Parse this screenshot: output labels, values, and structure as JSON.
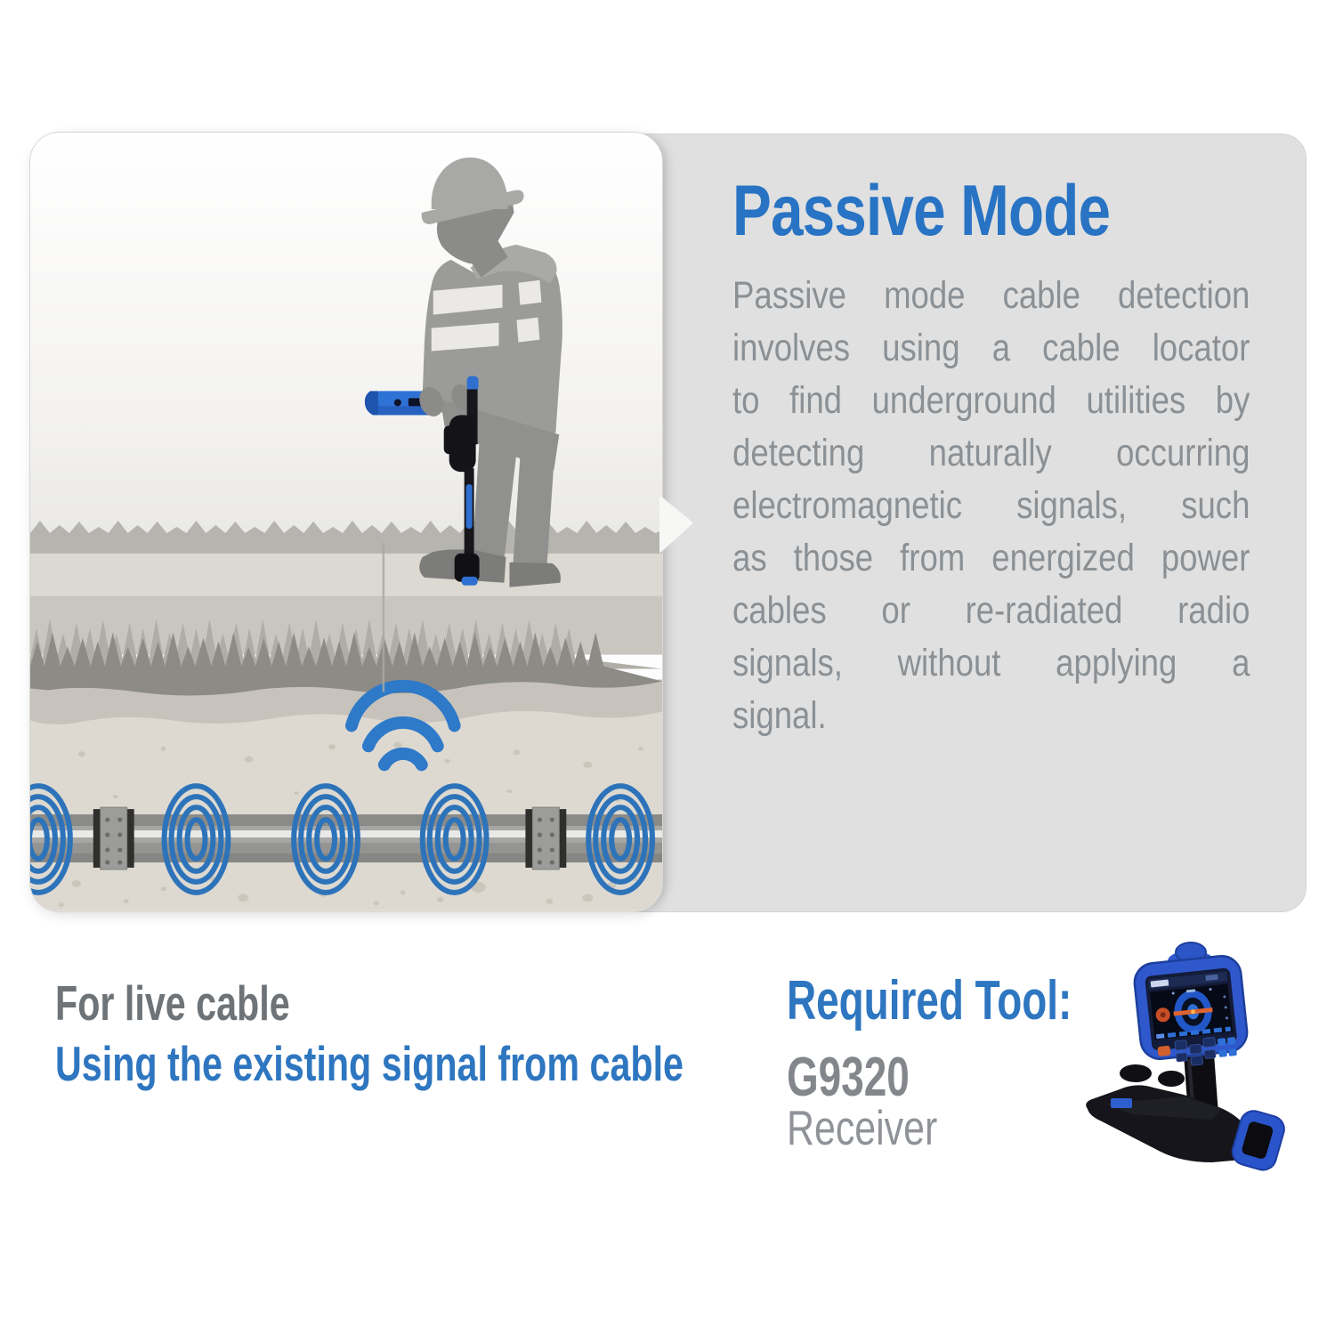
{
  "page": {
    "background": "#ffffff"
  },
  "colors": {
    "heading_blue": "#2873c3",
    "accent_blue": "#2e76c0",
    "signal_blue": "#2e79c8",
    "body_text_gray": "#8b9094",
    "caption_gray": "#6e7377",
    "model_gray": "#83878b",
    "receiver_gray": "#8f9398",
    "info_panel_bg": "#e0e0e0",
    "illustration_bg": "#fdfdfd"
  },
  "info_panel": {
    "title": "Passive Mode",
    "lines": [
      "Passive mode cable detection",
      "involves using a cable locator",
      "to find underground utilities by",
      "detecting naturally occurring",
      "electromagnetic signals, such",
      "as those from energized power",
      "cables or re-radiated radio",
      "signals, without applying a",
      "signal."
    ]
  },
  "captions": {
    "left_line1": "For live cable",
    "left_line2": "Using the existing signal from cable",
    "required_tool_label": "Required Tool:",
    "tool_model": "G9320",
    "tool_type": "Receiver"
  },
  "illustration": {
    "icons": [
      "wifi-signal-icon",
      "signal-rings-icon",
      "worker-silhouette",
      "cable-locator",
      "underground-pipe",
      "receiver-device"
    ]
  }
}
